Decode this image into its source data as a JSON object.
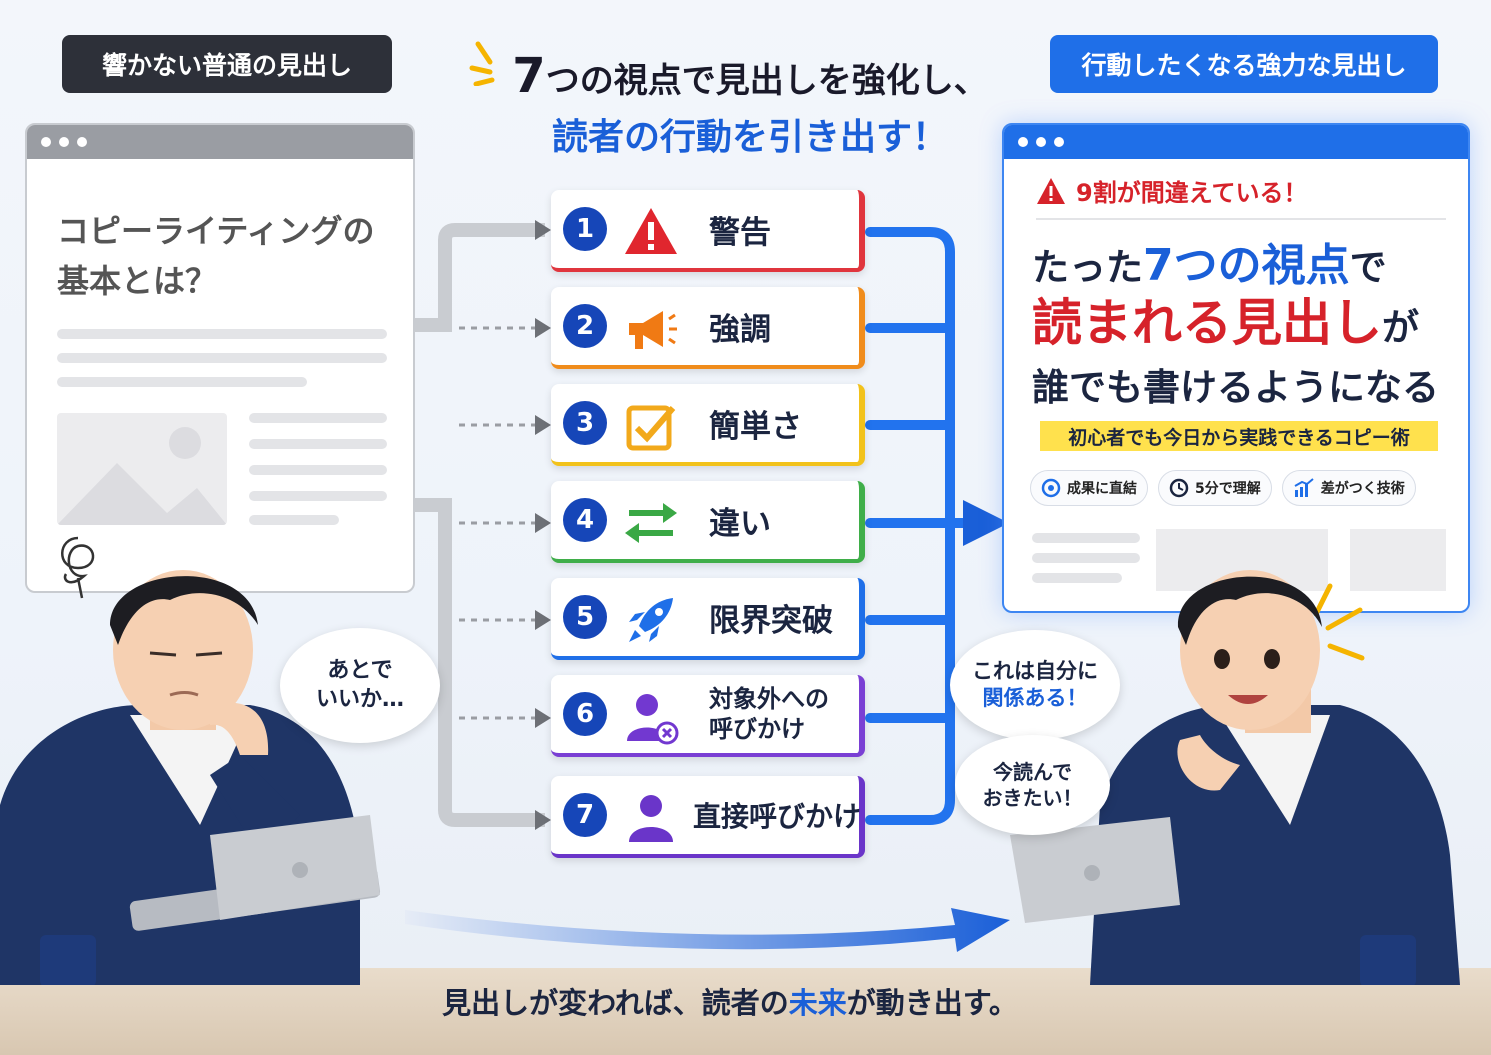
{
  "left_tag": "響かない普通の見出し",
  "right_tag": "行動したくなる強力な見出し",
  "title": {
    "l1_num": "7",
    "l1_rest": "つの視点で見出しを強化し、",
    "l2": "読者の行動を引き出す！"
  },
  "left_window": {
    "headline_l1": "コピーライティングの",
    "headline_l2": "基本とは？"
  },
  "right_window": {
    "warning": "9割が間違えている！",
    "h1_pre": "たった",
    "h1_blue": "7つの視点",
    "h1_post": "で",
    "h2_red": "読まれる見出し",
    "h2_post": "が",
    "h3": "誰でも書けるようになる",
    "band": "初心者でも今日から実践できるコピー術",
    "pills": [
      "成果に直結",
      "5分で理解",
      "差がつく技術"
    ]
  },
  "steps": [
    {
      "num": "1",
      "label": "警告",
      "color": "#e0353d",
      "icon": "warning-icon"
    },
    {
      "num": "2",
      "label": "強調",
      "color": "#f08c1c",
      "icon": "megaphone-icon"
    },
    {
      "num": "3",
      "label": "簡単さ",
      "color": "#f2c21b",
      "icon": "checkbox-icon"
    },
    {
      "num": "4",
      "label": "違い",
      "color": "#3fae49",
      "icon": "swap-arrows-icon"
    },
    {
      "num": "5",
      "label": "限界突破",
      "color": "#1f6fe8",
      "icon": "rocket-icon"
    },
    {
      "num": "6",
      "label_l1": "対象外への",
      "label_l2": "呼びかけ",
      "color": "#7a3fd4",
      "icon": "user-x-icon"
    },
    {
      "num": "7",
      "label": "直接呼びかけ",
      "color": "#6a35c9",
      "icon": "user-icon"
    }
  ],
  "bubbles": {
    "left_l1": "あとで",
    "left_l2": "いいか…",
    "right1_l1": "これは自分に",
    "right1_l2": "関係ある！",
    "right2_l1": "今読んで",
    "right2_l2": "おきたい！"
  },
  "bottom": {
    "pre": "見出しが変われば、読者の",
    "blue": "未来",
    "post": "が動き出す。"
  }
}
